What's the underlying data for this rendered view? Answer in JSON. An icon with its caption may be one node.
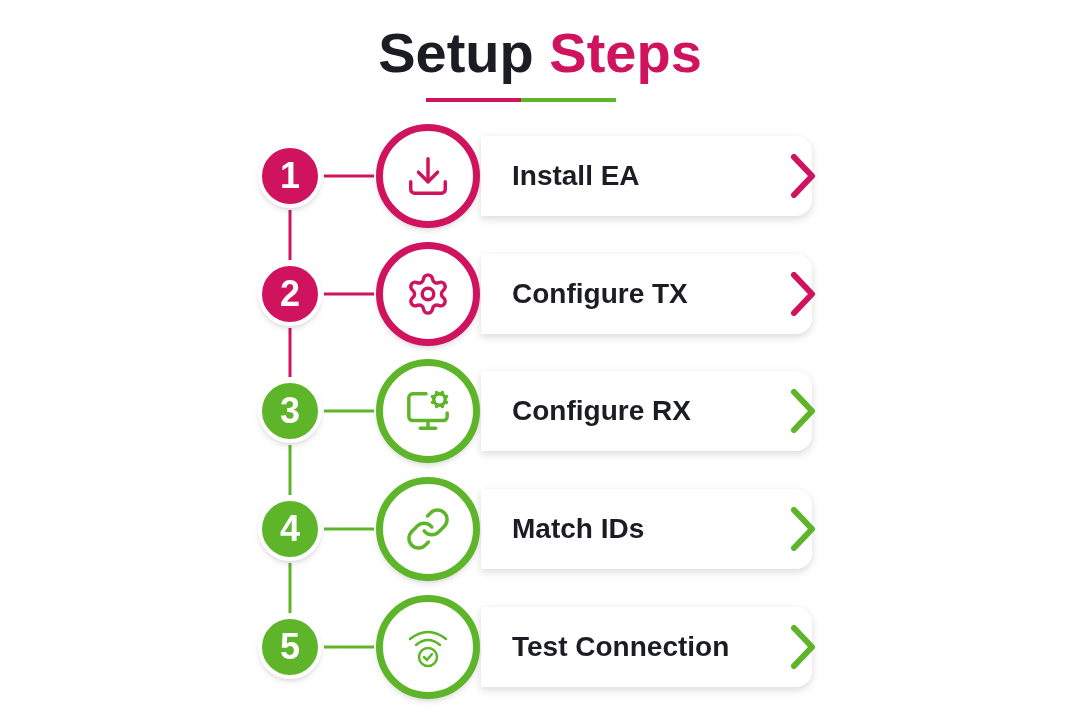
{
  "diagram": {
    "title": "Setup Steps",
    "nodes": [
      {
        "text": [
          "1"
        ]
      },
      {
        "text": [],
        "shape": "circle"
      },
      {
        "text": [
          "Install EA"
        ]
      },
      {
        "text": [
          "2"
        ]
      },
      {
        "text": [],
        "shape": "circle"
      },
      {
        "text": [
          "Configure TX"
        ]
      },
      {
        "text": [
          "3"
        ]
      },
      {
        "text": [],
        "shape": "circle"
      },
      {
        "text": [
          "Configure RX"
        ]
      },
      {
        "text": [
          "4"
        ]
      },
      {
        "text": [],
        "shape": "circle"
      },
      {
        "text": [
          "Match IDs"
        ]
      },
      {
        "text": [
          "5"
        ]
      },
      {
        "text": [],
        "shape": "circle"
      },
      {
        "text": [
          "Test Connection"
        ]
      }
    ],
    "edges": [
      {
        "from": 0,
        "to": 1,
        "arrow": "none",
        "color": "#d0135e"
      },
      {
        "from": 3,
        "to": 4,
        "arrow": "none",
        "color": "#d0135e"
      },
      {
        "from": 6,
        "to": 7,
        "arrow": "none"
      },
      {
        "from": 9,
        "to": 10,
        "arrow": "none"
      },
      {
        "from": 12,
        "to": 13,
        "arrow": "none"
      },
      {
        "from": 0,
        "to": 3,
        "arrow": "none",
        "color": "#d0135e"
      },
      {
        "from": 3,
        "to": 6,
        "arrow": "none",
        "color": "#d0135e"
      },
      {
        "from": 6,
        "to": 9,
        "arrow": "none"
      },
      {
        "from": 9,
        "to": 12,
        "arrow": "none"
      }
    ]
  }
}
